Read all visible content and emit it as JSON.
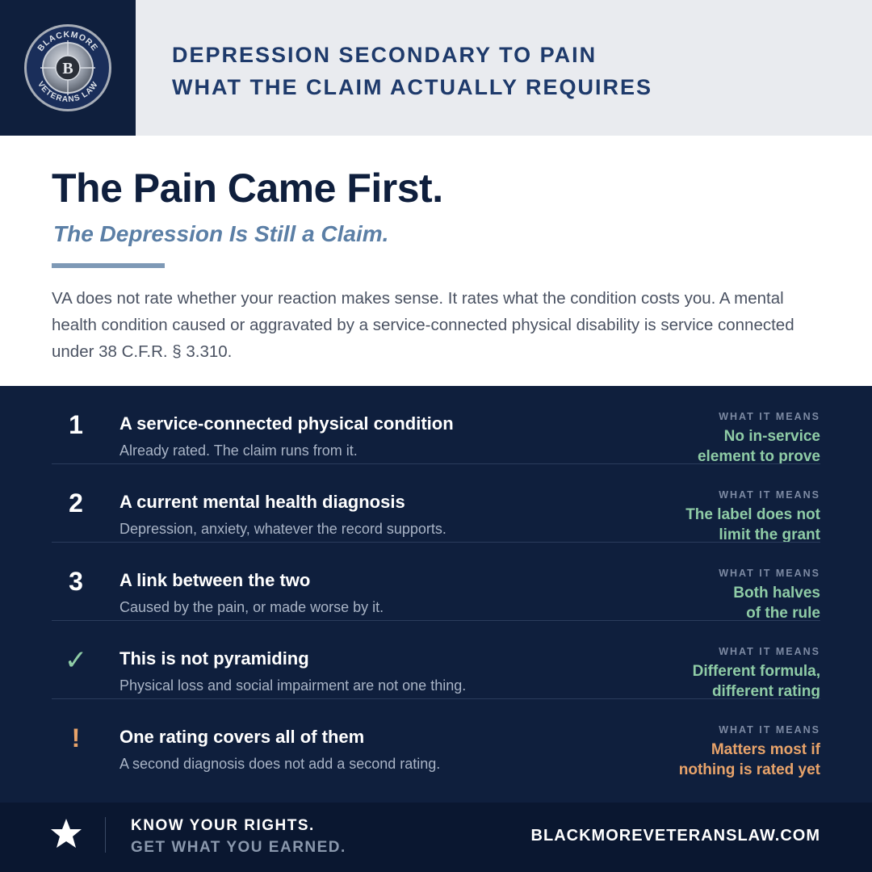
{
  "brand": {
    "logo_icon": "blackmore-veterans-law-seal",
    "logo_text_top": "BLACKMORE",
    "logo_text_bottom": "VETERANS LAW",
    "logo_letter": "B"
  },
  "header": {
    "line1": "DEPRESSION SECONDARY TO PAIN",
    "line2": "WHAT THE CLAIM ACTUALLY REQUIRES"
  },
  "hero": {
    "title": "The Pain Came First.",
    "subtitle": "The Depression Is Still a Claim.",
    "body": "VA does not rate whether your reaction makes sense. It rates what the condition costs you. A mental health condition caused or aggravated by a service-connected physical disability is service connected under 38 C.F.R. § 3.310."
  },
  "items": [
    {
      "marker": "1",
      "marker_type": "number",
      "title": "A service-connected physical condition",
      "desc": "Already rated. The claim runs from it.",
      "kicker": "WHAT IT MEANS",
      "meaning_line1": "No in-service",
      "meaning_line2": "element to prove",
      "meaning_color": "#8fcca6"
    },
    {
      "marker": "2",
      "marker_type": "number",
      "title": "A current mental health diagnosis",
      "desc": "Depression, anxiety, whatever the record supports.",
      "kicker": "WHAT IT MEANS",
      "meaning_line1": "The label does not",
      "meaning_line2": "limit the grant",
      "meaning_color": "#8fcca6"
    },
    {
      "marker": "3",
      "marker_type": "number",
      "title": "A link between the two",
      "desc": "Caused by the pain, or made worse by it.",
      "kicker": "WHAT IT MEANS",
      "meaning_line1": "Both halves",
      "meaning_line2": "of the rule",
      "meaning_color": "#8fcca6"
    },
    {
      "marker": "✓",
      "marker_type": "check-icon",
      "title": "This is not pyramiding",
      "desc": "Physical loss and social impairment are not one thing.",
      "kicker": "WHAT IT MEANS",
      "meaning_line1": "Different formula,",
      "meaning_line2": "different rating",
      "meaning_color": "#8fcca6"
    },
    {
      "marker": "!",
      "marker_type": "exclamation-icon",
      "title": "One rating covers all of them",
      "desc": "A second diagnosis does not add a second rating.",
      "kicker": "WHAT IT MEANS",
      "meaning_line1": "Matters most if",
      "meaning_line2": "nothing is rated yet",
      "meaning_color": "#e8a36a"
    }
  ],
  "footer": {
    "star_icon": "star-icon",
    "line1": "KNOW YOUR RIGHTS.",
    "line2": "GET WHAT YOU EARNED.",
    "url": "BLACKMOREVETERANSLAW.COM"
  },
  "colors": {
    "navy": "#0f1f3d",
    "header_bg": "#e9ebef",
    "header_text": "#1e3a6b",
    "subtitle": "#5b7fa6",
    "green": "#8fcca6",
    "orange": "#e8a36a"
  }
}
